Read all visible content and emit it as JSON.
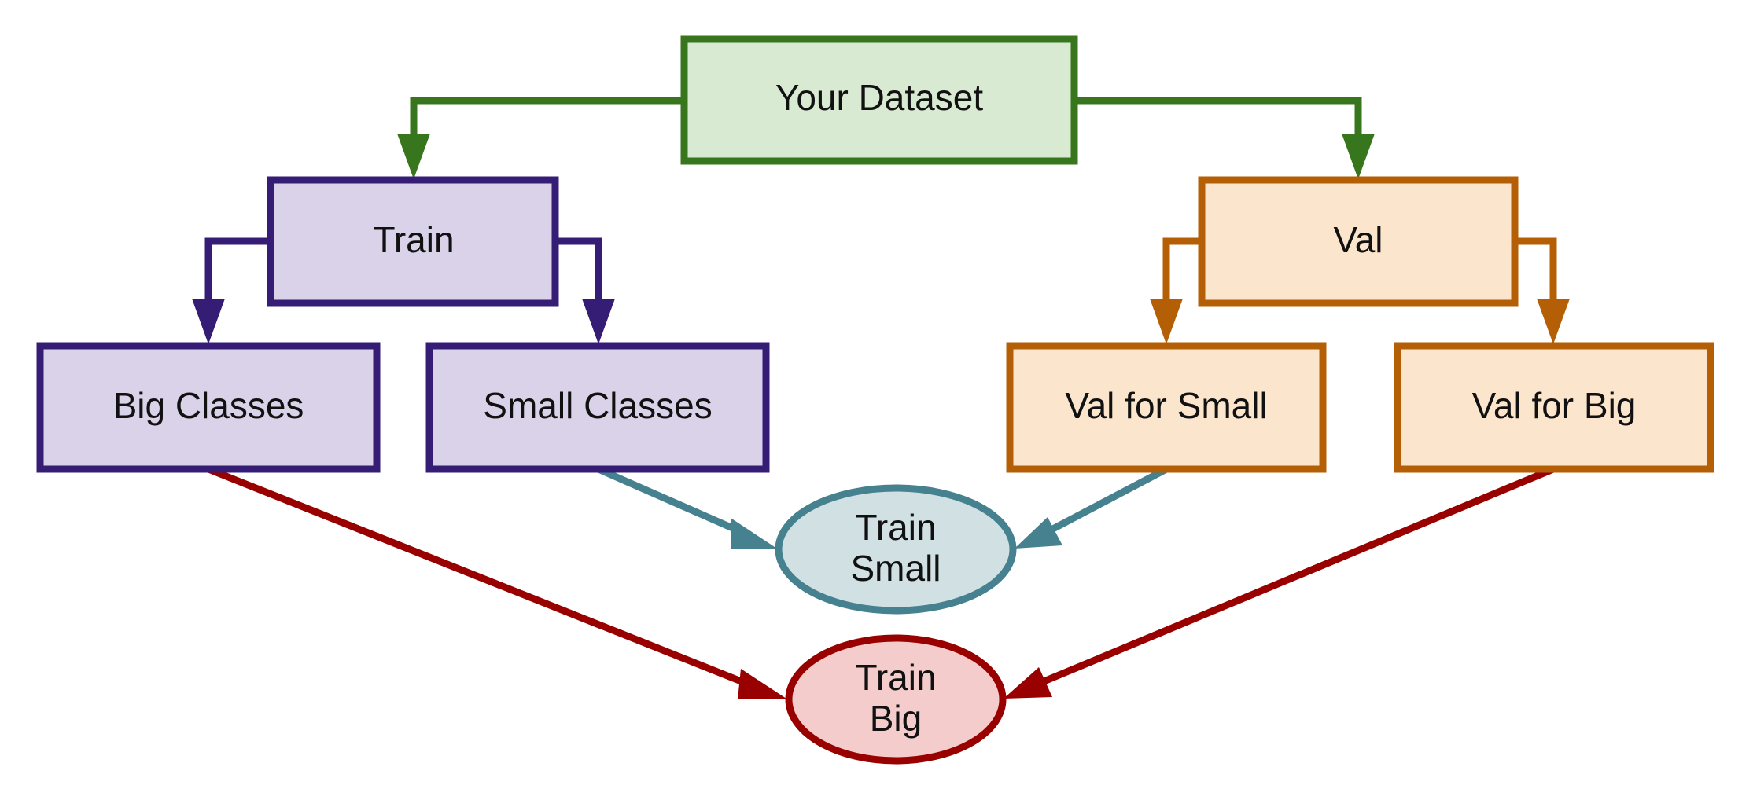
{
  "colors": {
    "dataset_fill": "#d9ead3",
    "dataset_stroke": "#38761d",
    "train_fill": "#d9d2e9",
    "train_stroke": "#351c75",
    "val_fill": "#fce5cd",
    "val_stroke": "#b45f06",
    "small_fill": "#d0e0e3",
    "small_stroke": "#45818e",
    "big_fill": "#f4cccc",
    "big_stroke": "#990000"
  },
  "nodes": {
    "dataset": "Your Dataset",
    "train": "Train",
    "val": "Val",
    "big_classes": "Big Classes",
    "small_classes": "Small Classes",
    "val_for_small": "Val for Small",
    "val_for_big": "Val for Big",
    "train_small": {
      "line1": "Train",
      "line2": "Small"
    },
    "train_big": {
      "line1": "Train",
      "line2": "Big"
    }
  }
}
